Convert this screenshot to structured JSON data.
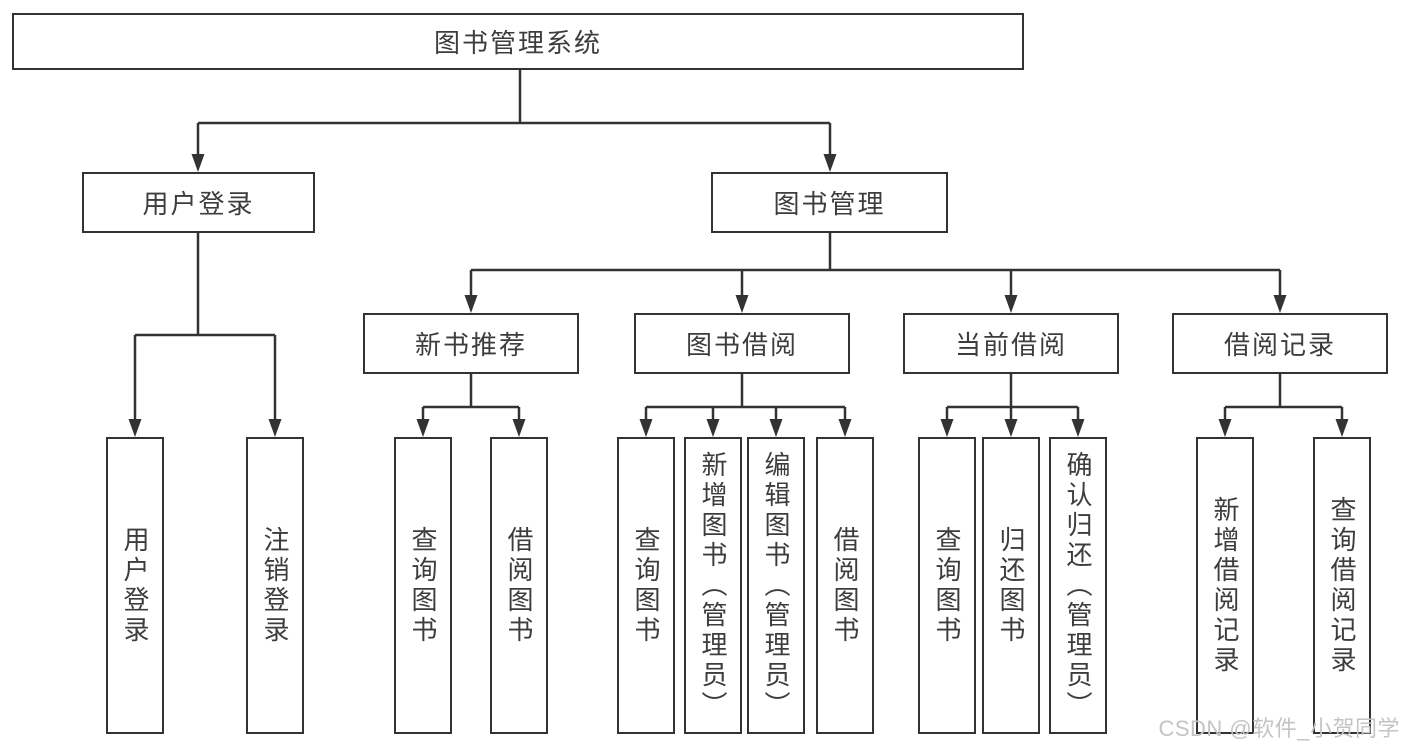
{
  "diagram_type": "hierarchy-tree",
  "colors": {
    "line": "#333333",
    "box_border": "#333333",
    "text": "#3d3d3d",
    "box_background": "#ffffff",
    "page_background": "#ffffff",
    "watermark": "#c4c4c4"
  },
  "hierarchy": {
    "root": "图书管理系统",
    "children": [
      {
        "label": "用户登录",
        "children": [
          "用户登录",
          "注销登录"
        ]
      },
      {
        "label": "图书管理",
        "children": [
          {
            "label": "新书推荐",
            "children": [
              "查询图书",
              "借阅图书"
            ]
          },
          {
            "label": "图书借阅",
            "children": [
              "查询图书",
              "新增图书（管理员）",
              "编辑图书（管理员）",
              "借阅图书"
            ]
          },
          {
            "label": "当前借阅",
            "children": [
              "查询图书",
              "归还图书",
              "确认归还（管理员）"
            ]
          },
          {
            "label": "借阅记录",
            "children": [
              "新增借阅记录",
              "查询借阅记录"
            ]
          }
        ]
      }
    ]
  },
  "watermark": "CSDN @软件_小贺同学"
}
